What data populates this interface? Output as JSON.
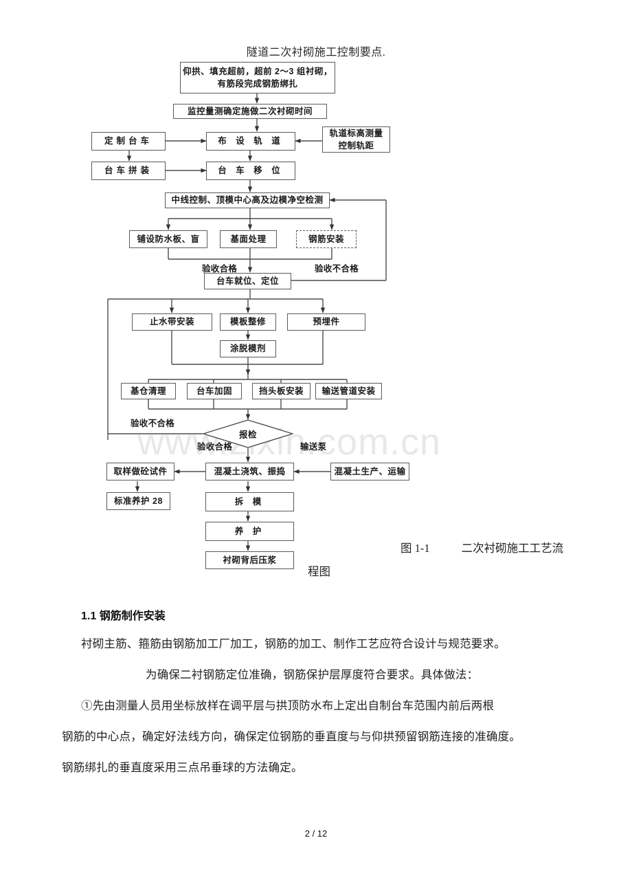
{
  "document": {
    "header_title": "隧道二次衬砌施工控制要点.",
    "footer": "2 / 12",
    "watermark": "www.zixin.com.cn"
  },
  "figure": {
    "caption_number": "图 1-1",
    "caption_text": "二次衬砌施工工艺流",
    "caption_wrap": "程图"
  },
  "flowchart": {
    "nodes": [
      {
        "id": "n1",
        "label": "仰拱、填充超前，超前 2～3 组衬砌，\n有筋段完成钢筋绑扎"
      },
      {
        "id": "n2",
        "label": "监控量测确定施做二次衬砌时间"
      },
      {
        "id": "n3",
        "label": "定制台车"
      },
      {
        "id": "n4",
        "label": "布 设 轨 道"
      },
      {
        "id": "n5",
        "label": "轨道标高测量\n控制轨距"
      },
      {
        "id": "n6",
        "label": "台车拼装"
      },
      {
        "id": "n7",
        "label": "台 车 移 位"
      },
      {
        "id": "n8",
        "label": "中线控制、顶模中心高及边模净空检测"
      },
      {
        "id": "n9",
        "label": "铺设防水板、盲"
      },
      {
        "id": "n10",
        "label": "基面处理"
      },
      {
        "id": "n11",
        "label": "钢筋安装"
      },
      {
        "id": "n12",
        "label": "台车就位、定位"
      },
      {
        "id": "n13",
        "label": "止水带安装"
      },
      {
        "id": "n14",
        "label": "模板整修"
      },
      {
        "id": "n15",
        "label": "预埋件"
      },
      {
        "id": "n16",
        "label": "涂脱模剂"
      },
      {
        "id": "n17",
        "label": "基仓清理"
      },
      {
        "id": "n18",
        "label": "台车加固"
      },
      {
        "id": "n19",
        "label": "挡头板安装"
      },
      {
        "id": "n20",
        "label": "输送管道安装"
      },
      {
        "id": "n21",
        "label": "报检"
      },
      {
        "id": "n22",
        "label": "取样做砼试件"
      },
      {
        "id": "n23",
        "label": "混凝土浇筑、振捣"
      },
      {
        "id": "n24",
        "label": "混凝土生产、运输"
      },
      {
        "id": "n25",
        "label": "标准养护 28"
      },
      {
        "id": "n26",
        "label": "拆 模"
      },
      {
        "id": "n27",
        "label": "养 护"
      },
      {
        "id": "n28",
        "label": "衬砌背后压浆"
      }
    ],
    "edge_labels": [
      {
        "id": "e1",
        "text": "验收合格"
      },
      {
        "id": "e2",
        "text": "验收不合格"
      },
      {
        "id": "e3",
        "text": "验收不合格"
      },
      {
        "id": "e4",
        "text": "验收合格"
      },
      {
        "id": "e5",
        "text": "输送泵"
      }
    ]
  },
  "body": {
    "heading": "1.1 钢筋制作安装",
    "p1": "衬砌主筋、箍筋由钢筋加工厂加工，钢筋的加工、制作工艺应符合设计与规范要求。",
    "p2": "为确保二衬钢筋定位准确，钢筋保护层厚度符合要求。具体做法：",
    "p3": "①先由测量人员用坐标放样在调平层与拱顶防水布上定出自制台车范围内前后两根",
    "p4": "钢筋的中心点，确定好法线方向，确保定位钢筋的垂直度与与仰拱预留钢筋连接的准确度。",
    "p5": "钢筋绑扎的垂直度采用三点吊垂球的方法确定。"
  }
}
